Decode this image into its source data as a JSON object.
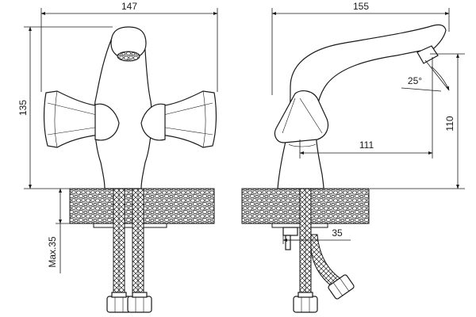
{
  "diagram": {
    "front_view": {
      "width_dim": "147",
      "height_dim": "135",
      "max_depth_dim": "Max.35"
    },
    "side_view": {
      "width_dim": "155",
      "height_dim": "110",
      "reach_dim": "111",
      "angle_dim": "25°",
      "pipe_dim": "35"
    }
  }
}
